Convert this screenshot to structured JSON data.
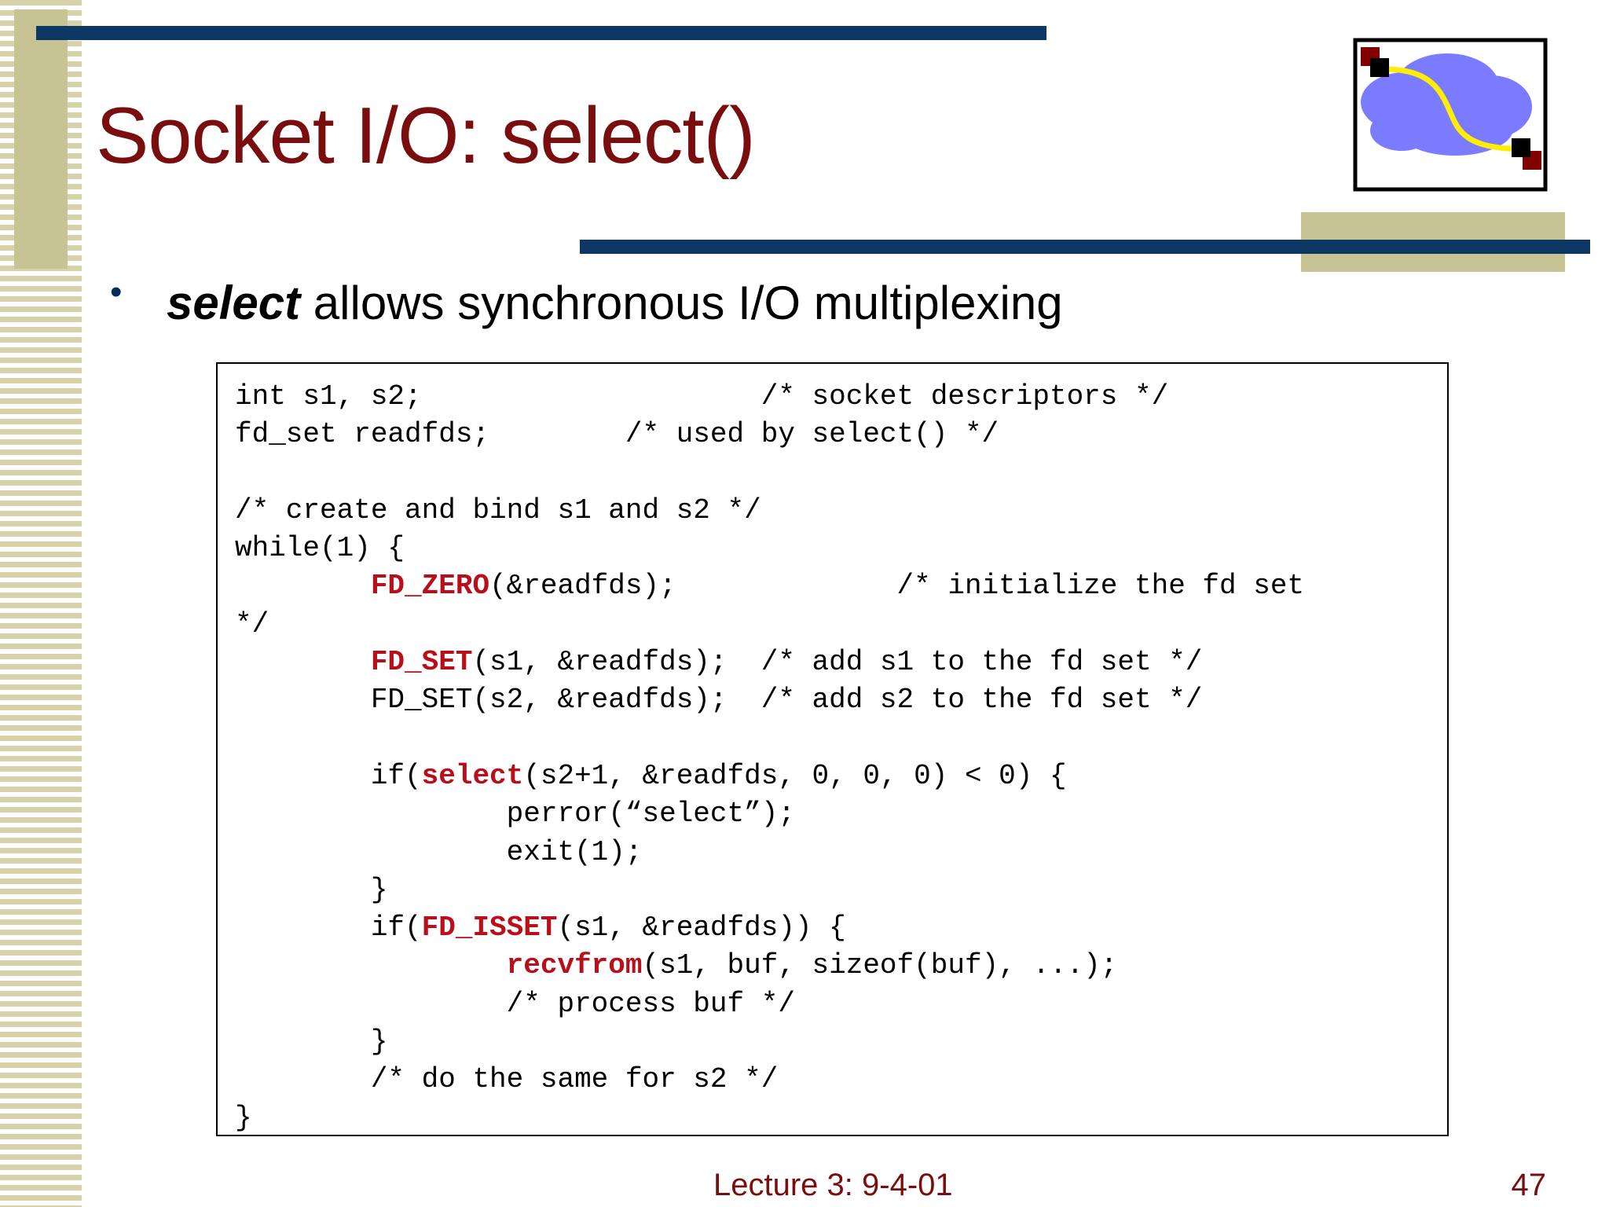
{
  "slide": {
    "title": "Socket I/O: select()",
    "bullet": {
      "emphasis": "select",
      "text": " allows synchronous I/O multiplexing"
    },
    "code_lines": [
      [
        {
          "t": "int s1, s2;                    /* socket descriptors */"
        }
      ],
      [
        {
          "t": "fd_set readfds;        /* used by select() */"
        }
      ],
      [
        {
          "t": ""
        }
      ],
      [
        {
          "t": "/* create and bind s1 and s2 */"
        }
      ],
      [
        {
          "t": "while(1) {"
        }
      ],
      [
        {
          "t": "        "
        },
        {
          "t": "FD_ZERO",
          "kw": true
        },
        {
          "t": "(&readfds);             /* initialize the fd set"
        }
      ],
      [
        {
          "t": "*/"
        }
      ],
      [
        {
          "t": "        "
        },
        {
          "t": "FD_SET",
          "kw": true
        },
        {
          "t": "(s1, &readfds);  /* add s1 to the fd set */"
        }
      ],
      [
        {
          "t": "        FD_SET(s2, &readfds);  /* add s2 to the fd set */"
        }
      ],
      [
        {
          "t": ""
        }
      ],
      [
        {
          "t": "        if("
        },
        {
          "t": "select",
          "kw": true
        },
        {
          "t": "(s2+1, &readfds, 0, 0, 0) < 0) {"
        }
      ],
      [
        {
          "t": "                perror(“select”);"
        }
      ],
      [
        {
          "t": "                exit(1);"
        }
      ],
      [
        {
          "t": "        }"
        }
      ],
      [
        {
          "t": "        if("
        },
        {
          "t": "FD_ISSET",
          "kw": true
        },
        {
          "t": "(s1, &readfds)) {"
        }
      ],
      [
        {
          "t": "                "
        },
        {
          "t": "recvfrom",
          "kw": true
        },
        {
          "t": "(s1, buf, sizeof(buf), ...);"
        }
      ],
      [
        {
          "t": "                /* process buf */"
        }
      ],
      [
        {
          "t": "        }"
        }
      ],
      [
        {
          "t": "        /* do the same for s2 */"
        }
      ],
      [
        {
          "t": "}"
        }
      ]
    ],
    "footer": {
      "center": "Lecture 3: 9-4-01",
      "page_number": "47"
    }
  },
  "colors": {
    "title": "#7a0d0d",
    "keyword": "#b80f1a",
    "rule_navy": "#0e3766",
    "olive": "#c8c394",
    "bullet": "#002c5e"
  },
  "logo": {
    "icon": "network-cloud-icon"
  }
}
